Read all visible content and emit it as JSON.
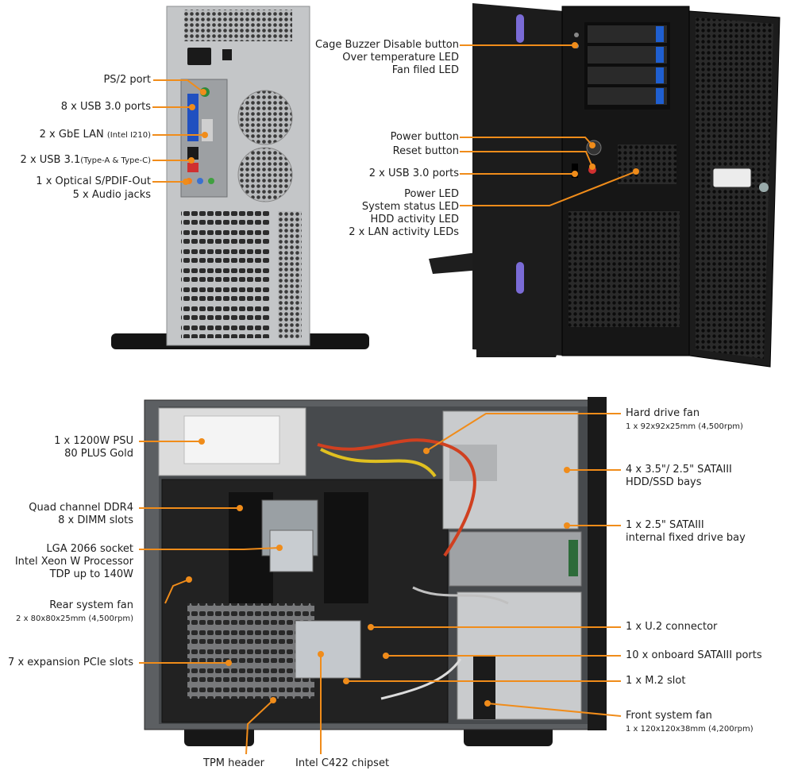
{
  "colors": {
    "callout": "#f08c1a",
    "chassis_dark": "#151515",
    "chassis_grey": "#c9cbcd",
    "accent_blue": "#1f5fd0",
    "accent_purple": "#7a6bd6"
  },
  "rear": {
    "ps2": "PS/2 port",
    "usb30": "8 x USB 3.0 ports",
    "lan": "2 x GbE LAN",
    "lan_note": "(Intel I210)",
    "usb31": "2 x USB 3.1",
    "usb31_note": "(Type-A & Type-C)",
    "spdif": "1 x Optical S/PDIF-Out",
    "audio": "5 x Audio jacks"
  },
  "front": {
    "buzzer": "Cage Buzzer Disable button",
    "overtemp": "Over temperature LED",
    "fanfail": "Fan filed LED",
    "power_btn": "Power button",
    "reset_btn": "Reset button",
    "usb": "2 x USB 3.0 ports",
    "power_led": "Power LED",
    "status_led": "System status LED",
    "hdd_led": "HDD activity LED",
    "lan_led": "2 x LAN activity LEDs"
  },
  "interior_left": {
    "psu": "1 x 1200W PSU",
    "psu_sub": "80 PLUS Gold",
    "ddr": "Quad channel DDR4",
    "ddr_sub": "8 x DIMM slots",
    "socket": "LGA 2066 socket",
    "socket_sub1": "Intel Xeon W Processor",
    "socket_sub2": "TDP up to 140W",
    "rearfan": "Rear system fan",
    "rearfan_sub": "2 x 80x80x25mm (4,500rpm)",
    "pcie": "7 x expansion PCIe slots",
    "tpm": "TPM header",
    "chipset": "Intel C422 chipset"
  },
  "interior_right": {
    "hddfan": "Hard drive fan",
    "hddfan_sub": "1 x 92x92x25mm (4,500rpm)",
    "bays": "4 x 3.5\"/ 2.5\" SATAIII",
    "bays_sub": "HDD/SSD bays",
    "fixed": "1 x 2.5\" SATAIII",
    "fixed_sub": "internal fixed drive bay",
    "u2": "1 x U.2 connector",
    "sata": "10 x onboard SATAIII ports",
    "m2": "1 x M.2 slot",
    "frontfan": "Front system fan",
    "frontfan_sub": "1 x 120x120x38mm (4,200rpm)"
  }
}
